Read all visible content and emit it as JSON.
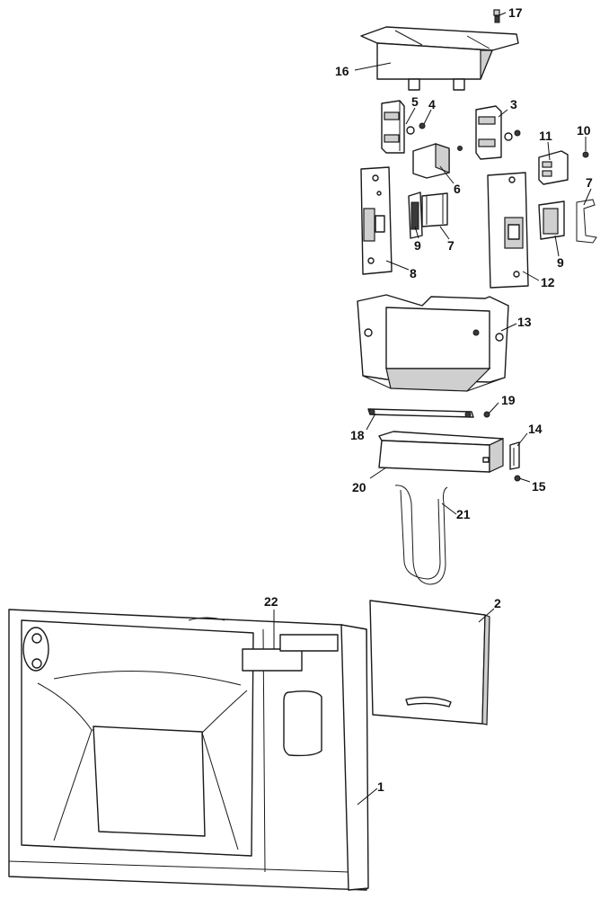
{
  "callouts": [
    "17",
    "16",
    "5",
    "4",
    "3",
    "11",
    "10",
    "6",
    "7",
    "9",
    "7",
    "8",
    "9",
    "12",
    "13",
    "19",
    "18",
    "14",
    "20",
    "15",
    "21",
    "22",
    "2",
    "1"
  ]
}
